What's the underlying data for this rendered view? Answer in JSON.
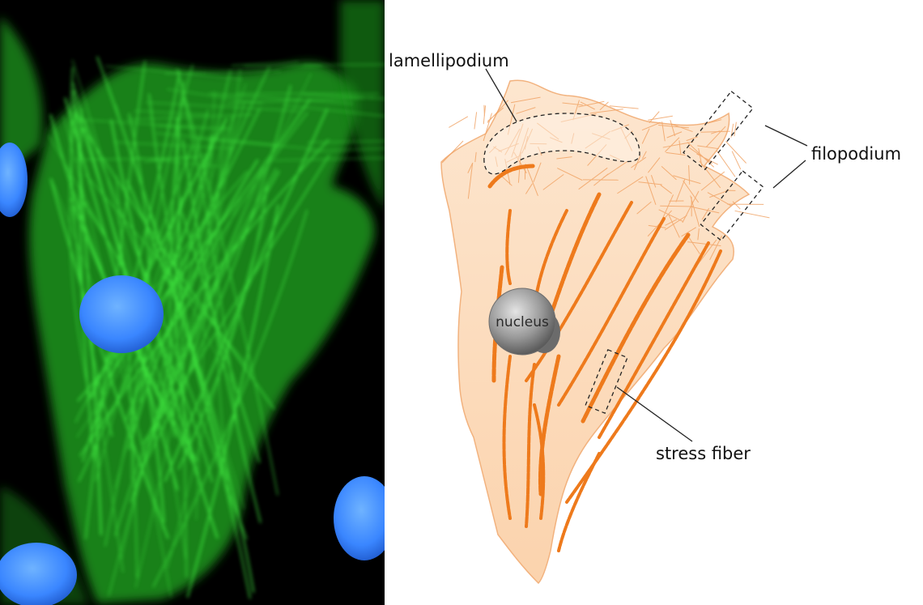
{
  "labels": {
    "lamellipodium": "lamellipodium",
    "filopodium": "filopodium",
    "nucleus": "nucleus",
    "stress_fiber": "stress fiber"
  },
  "colors": {
    "actin_green": "#2fd62f",
    "nuclei_blue": "#3a86ff",
    "micrograph_background": "#000000",
    "cell_fill": "#fbd9b8",
    "cell_outline": "#f2b27e",
    "stress_fiber": "#ee7a1c",
    "nucleus_gray": "#8f8f8f",
    "callout_line": "#222222"
  }
}
